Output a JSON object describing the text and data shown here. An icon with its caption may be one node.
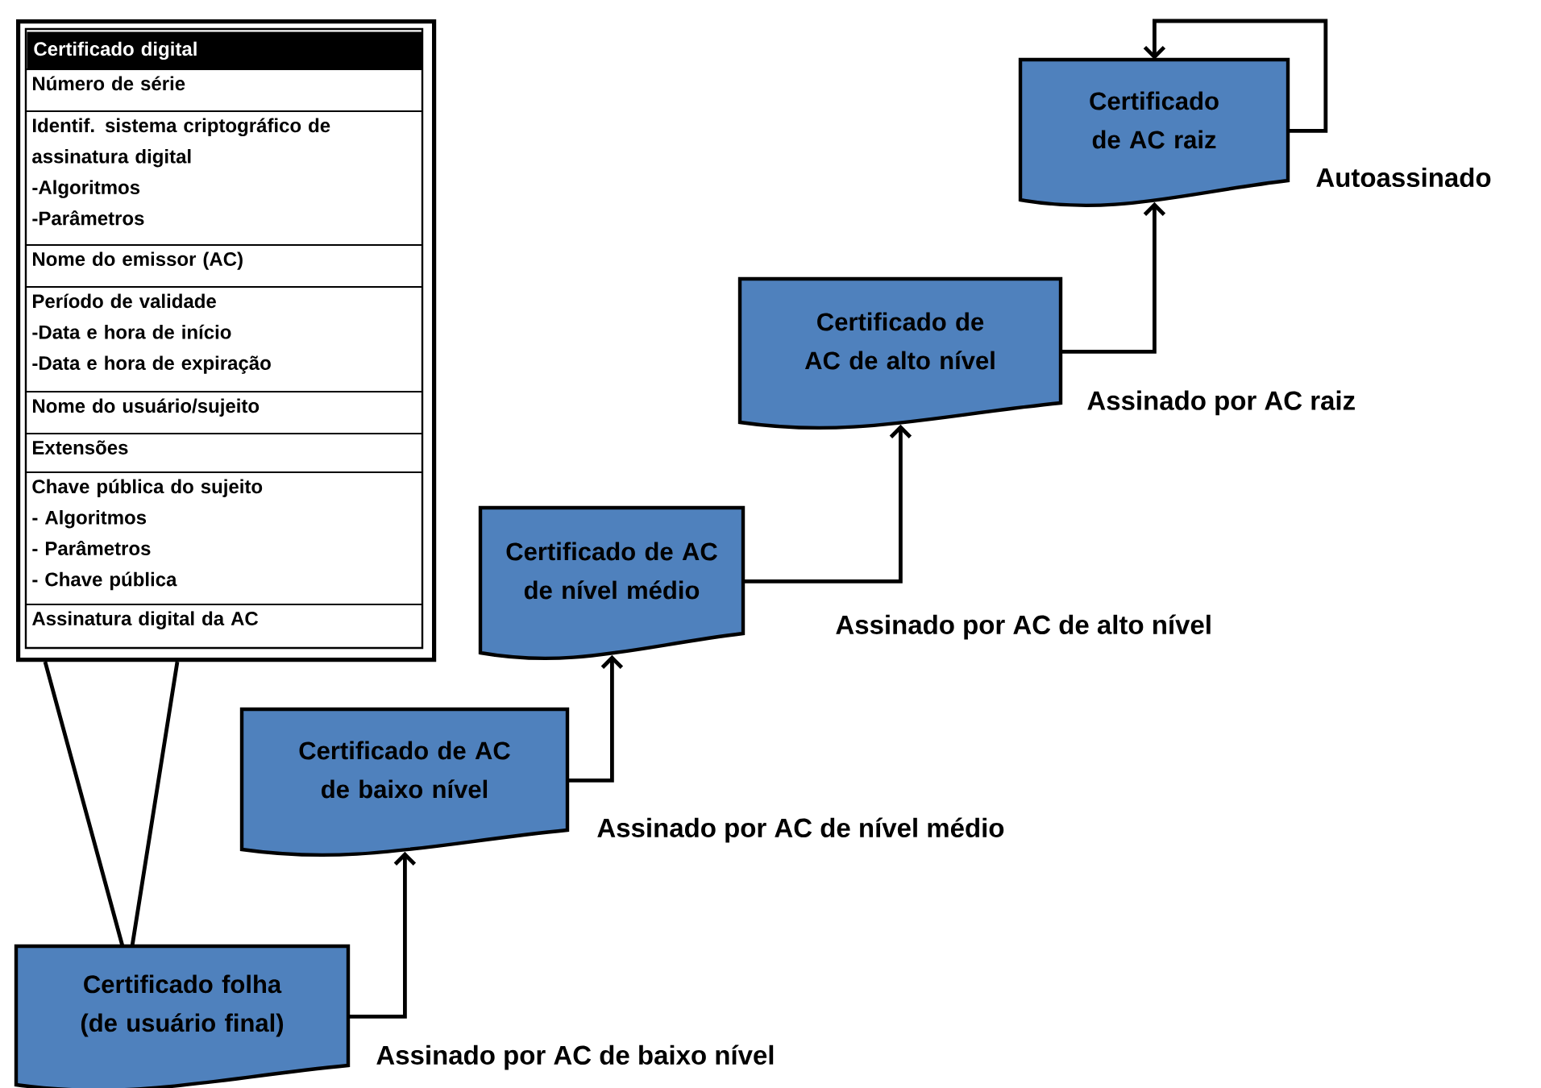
{
  "diagram": {
    "nodes": [
      {
        "text": [
          "Certificado digital",
          "Número de série",
          "Identif. sistema criptográfico de assinatura digital",
          "-Algoritmos",
          "-Parâmetros",
          "Nome do emissor (AC)",
          "Período de validade",
          "-Data e hora de início",
          "-Data e hora de expiração",
          "Nome do usuário/sujeito",
          "Extensões",
          "Chave pública do sujeito",
          "- Algoritmos",
          "- Parâmetros",
          "- Chave pública",
          "Assinatura digital da AC"
        ]
      },
      {
        "text": [
          "Certificado folha (de usuário final)"
        ],
        "beside": [
          "Assinado por AC de baixo nível"
        ]
      },
      {
        "text": [
          "Certificado de AC de baixo nível"
        ],
        "beside": [
          "Assinado por AC de nível médio"
        ]
      },
      {
        "text": [
          "Certificado de AC de nível médio"
        ],
        "beside": [
          "Assinado por AC de alto nível"
        ]
      },
      {
        "text": [
          "Certificado de AC de alto nível"
        ],
        "beside": [
          "Assinado por AC raiz"
        ]
      },
      {
        "text": [
          "Certificado de AC raiz"
        ],
        "beside": [
          "Autoassinado"
        ]
      }
    ],
    "edges": [
      {
        "from": 0,
        "to": 1,
        "arrow": "none"
      },
      {
        "from": 1,
        "to": 2,
        "arrow": "to"
      },
      {
        "from": 2,
        "to": 3,
        "arrow": "to"
      },
      {
        "from": 3,
        "to": 4,
        "arrow": "to"
      },
      {
        "from": 4,
        "to": 5,
        "arrow": "to"
      },
      {
        "from": 5,
        "to": 5,
        "arrow": "to"
      }
    ]
  }
}
